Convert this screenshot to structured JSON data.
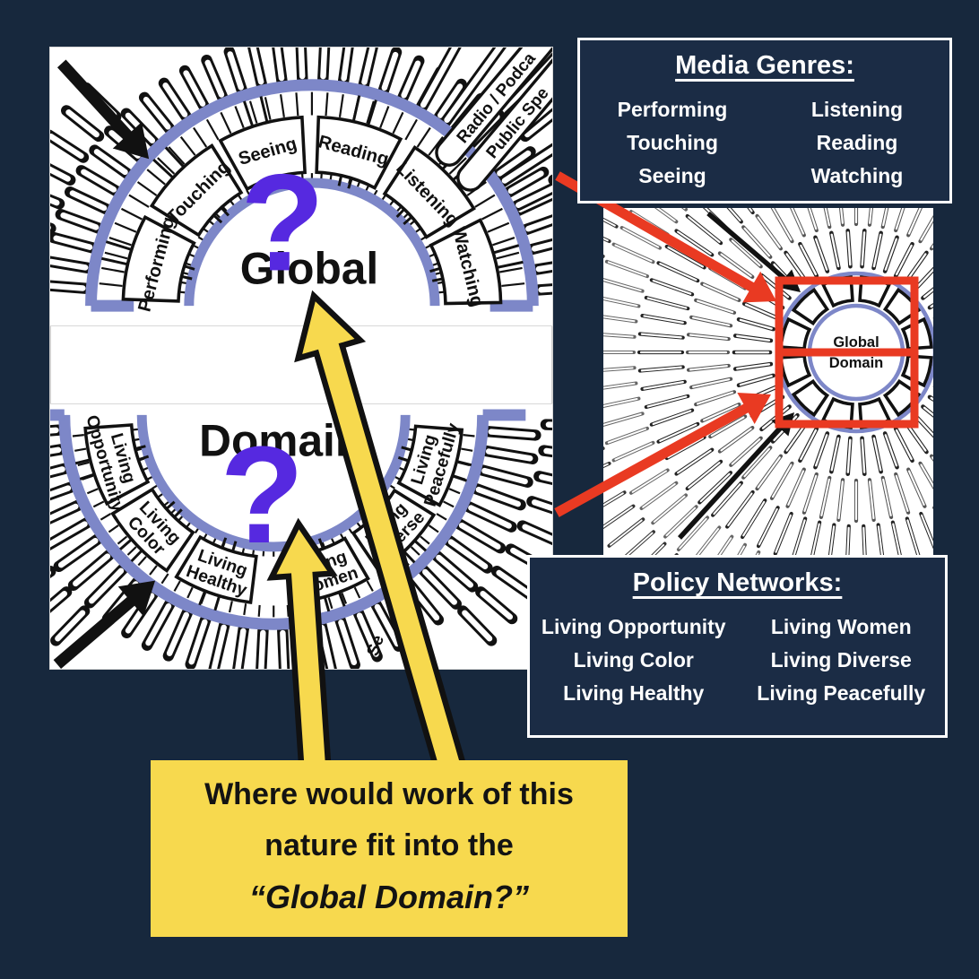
{
  "colors": {
    "background": "#17283d",
    "panel_white": "#ffffff",
    "info_box_fill": "#1b2c45",
    "info_box_border": "#ffffff",
    "yellow": "#f7d94e",
    "red": "#e93a22",
    "purple_arc": "#7d87c8",
    "question_purple": "#5629e0",
    "text_dark": "#111111",
    "text_white": "#ffffff"
  },
  "media_genres_box": {
    "title": "Media Genres:",
    "columns": [
      [
        "Performing",
        "Touching",
        "Seeing"
      ],
      [
        "Listening",
        "Reading",
        "Watching"
      ]
    ]
  },
  "policy_networks_box": {
    "title": "Policy Networks:",
    "columns": [
      [
        "Living Opportunity",
        "Living Color",
        "Living Healthy"
      ],
      [
        "Living Women",
        "Living Diverse",
        "Living Peacefully"
      ]
    ]
  },
  "question_box": {
    "line1": "Where would work of this",
    "line2": "nature fit into the",
    "line3": "“Global Domain?”"
  },
  "global_fan": {
    "center_label": "Global",
    "question_mark": "?",
    "segments": [
      "Performing",
      "Touching",
      "Seeing",
      "Reading",
      "Listening",
      "Watching"
    ],
    "outer_labels": [
      "Radio / Podca",
      "Public Spe"
    ]
  },
  "domain_fan": {
    "center_label": "Domain",
    "question_mark": "?",
    "segments": [
      "Living Opportunity",
      "Living Color",
      "Living Healthy",
      "Living Women",
      "Living Diverse",
      "Living Peacefully"
    ],
    "outer_partial_label": "Se"
  },
  "sunburst": {
    "center_label_line1": "Global",
    "center_label_line2": "Domain"
  }
}
